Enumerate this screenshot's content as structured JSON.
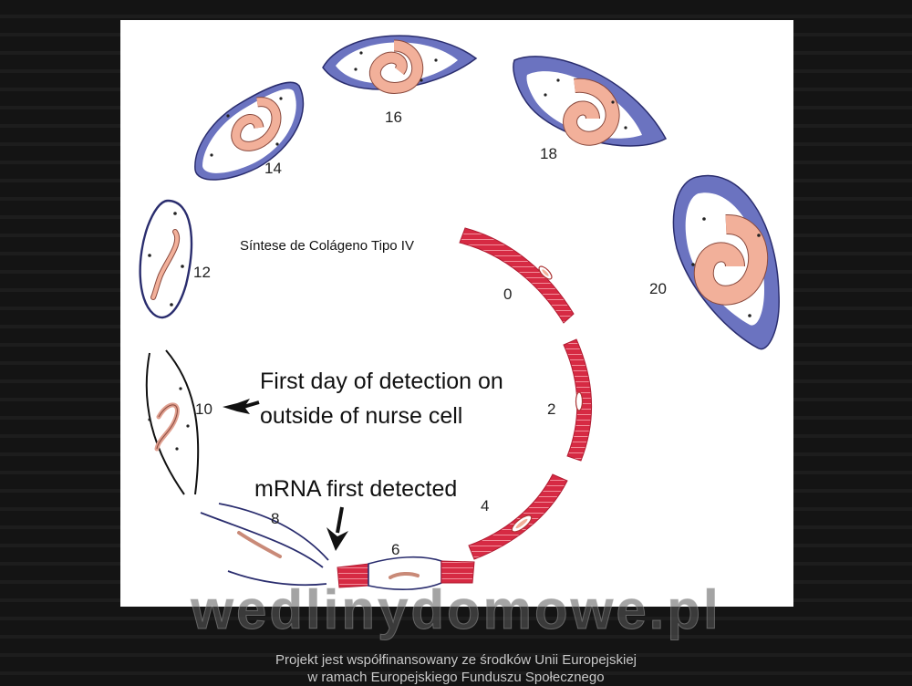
{
  "diagram": {
    "title": "Síntese de Colágeno Tipo IV",
    "stages": [
      "0",
      "2",
      "4",
      "6",
      "8",
      "10",
      "12",
      "14",
      "16",
      "18",
      "20"
    ],
    "annotations": {
      "first_day": [
        "First day of detection on",
        "outside of nurse cell"
      ],
      "mrna": "mRNA first detected"
    }
  },
  "watermark": "wedlinydomowe.pl",
  "footer": {
    "line1": "Projekt jest współfinansowany ze środków Unii Europejskiej",
    "line2": "w ramach Europejskiego Funduszu Społecznego"
  },
  "colors": {
    "muscle": "#d62a43",
    "larva": "#f2b09a",
    "collagen": "#6b73c0",
    "outline": "#2a2d6e"
  }
}
